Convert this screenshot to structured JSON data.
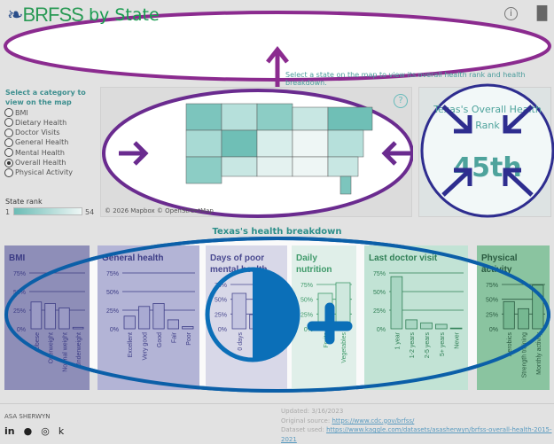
{
  "header": {
    "logo": "BRFSS",
    "title": "by State",
    "info_icon": "info-icon",
    "chart_icon": "bar-chart-icon",
    "hint": "Select a state on the map to view its overall health rank and health breakdown."
  },
  "sidebar": {
    "title": "Select a category to view on the map",
    "options": [
      {
        "label": "BMI",
        "selected": false
      },
      {
        "label": "Dietary Health",
        "selected": false
      },
      {
        "label": "Doctor Visits",
        "selected": false
      },
      {
        "label": "General Health",
        "selected": false
      },
      {
        "label": "Mental Health",
        "selected": false
      },
      {
        "label": "Overall Health",
        "selected": true
      },
      {
        "label": "Physical Activity",
        "selected": false
      }
    ],
    "legend_title": "State rank",
    "legend_min": "1",
    "legend_max": "54"
  },
  "map": {
    "attribution": "© 2026 Mapbox © OpenStreetMap",
    "help_icon": "?"
  },
  "rank": {
    "title": "Texas's Overall Health Rank",
    "value": "45th"
  },
  "breakdown": {
    "title": "Texas's health breakdown"
  },
  "chart_data": [
    {
      "type": "bar",
      "title": "BMI",
      "categories": [
        "Obese",
        "Overweight",
        "Normal weight",
        "Underweight"
      ],
      "values": [
        36,
        34,
        28,
        2
      ],
      "yticks": [
        "75%",
        "50%",
        "25%",
        "0%"
      ],
      "ylim": [
        0,
        75
      ],
      "color": "#8e8eb8",
      "bar": "#9a9ac4",
      "text": "#3c3c85"
    },
    {
      "type": "bar",
      "title": "General health",
      "categories": [
        "Excellent",
        "Very good",
        "Good",
        "Fair",
        "Poor"
      ],
      "values": [
        17,
        30,
        34,
        12,
        3
      ],
      "yticks": [
        "75%",
        "50%",
        "25%",
        "0%"
      ],
      "ylim": [
        0,
        75
      ],
      "color": "#b3b4d6",
      "bar": "#a9aad2",
      "text": "#3c3c85"
    },
    {
      "type": "bar",
      "title": "Days of poor mental health",
      "categories": [
        "0 days",
        "1",
        "1"
      ],
      "values": [
        60,
        24,
        12
      ],
      "yticks": [
        "75%",
        "50%",
        "25%",
        "0%"
      ],
      "ylim": [
        0,
        75
      ],
      "color": "#d8d8e8",
      "bar": "#c4c5e0",
      "text": "#4a4a90"
    },
    {
      "type": "bar",
      "title": "Daily nutrition",
      "categories": [
        "Fruits",
        "Vegetables"
      ],
      "values": [
        60,
        78
      ],
      "yticks": [
        "75%",
        "50%",
        "25%",
        "0%"
      ],
      "ylim": [
        0,
        75
      ],
      "color": "#e0efe9",
      "bar": "#cfe8de",
      "text": "#3f9a6a"
    },
    {
      "type": "bar",
      "title": "Last doctor visit",
      "categories": [
        "1 year",
        "1-2 years",
        "2-5 years",
        "5+ years",
        "Never"
      ],
      "values": [
        70,
        12,
        8,
        6,
        1
      ],
      "yticks": [
        "75%",
        "50%",
        "25%",
        "0%"
      ],
      "ylim": [
        0,
        75
      ],
      "color": "#c2e3d5",
      "bar": "#a9d6c3",
      "text": "#2f7f55"
    },
    {
      "type": "bar",
      "title": "Physical activity",
      "categories": [
        "Aerobics",
        "Strength training",
        "Monthly activity"
      ],
      "values": [
        46,
        34,
        74
      ],
      "yticks": [
        "75%",
        "50%",
        "25%",
        "0%"
      ],
      "ylim": [
        0,
        75
      ],
      "color": "#8ac4a0",
      "bar": "#76b891",
      "text": "#2a5a40"
    }
  ],
  "footer": {
    "author": "ASA SHERWYN",
    "social": [
      "linkedin-icon",
      "github-icon",
      "globe-icon",
      "kaggle-icon"
    ],
    "updated": "Updated: 3/16/2023",
    "source_label": "Original source:",
    "source_url": "https://www.cdc.gov/brfss/",
    "dataset_label": "Dataset used:",
    "dataset_url": "https://www.kaggle.com/datasets/asasherwyn/brfss-overall-health-2015-2021"
  }
}
